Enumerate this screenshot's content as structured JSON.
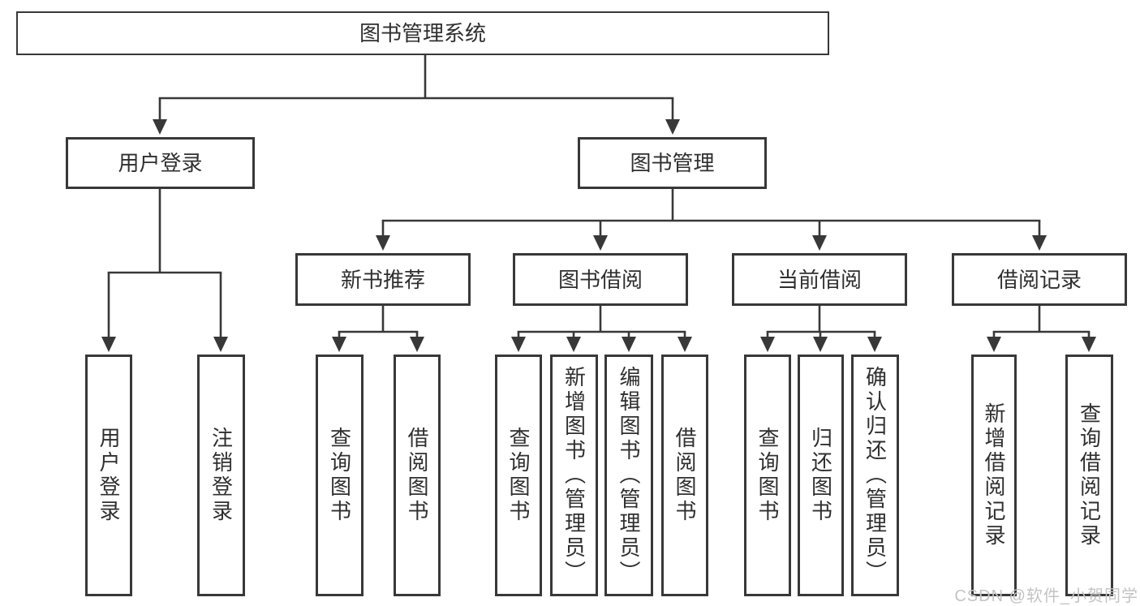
{
  "diagram_title": "图书管理系统",
  "nodes": {
    "root": "图书管理系统",
    "user_login": "用户登录",
    "book_mgmt": "图书管理",
    "new_book_rec": "新书推荐",
    "book_borrow": "图书借阅",
    "current_borrow": "当前借阅",
    "borrow_record": "借阅记录",
    "leaf_user_login": "用户登录",
    "leaf_logout": "注销登录",
    "nb_query_book": "查询图书",
    "nb_borrow_book": "借阅图书",
    "bb_query_book": "查询图书",
    "bb_add_book": "新增图书（管理员）",
    "bb_edit_book": "编辑图书（管理员）",
    "bb_borrow_book": "借阅图书",
    "cb_query_book": "查询图书",
    "cb_return_book": "归还图书",
    "cb_confirm_return": "确认归还（管理员）",
    "br_add_record": "新增借阅记录",
    "br_query_record": "查询借阅记录"
  },
  "watermark": "CSDN @软件_小贺同学",
  "colors": {
    "line": "#383838",
    "text": "#2f2f2f",
    "watermark": "#c3c3c3",
    "background": "#ffffff"
  }
}
